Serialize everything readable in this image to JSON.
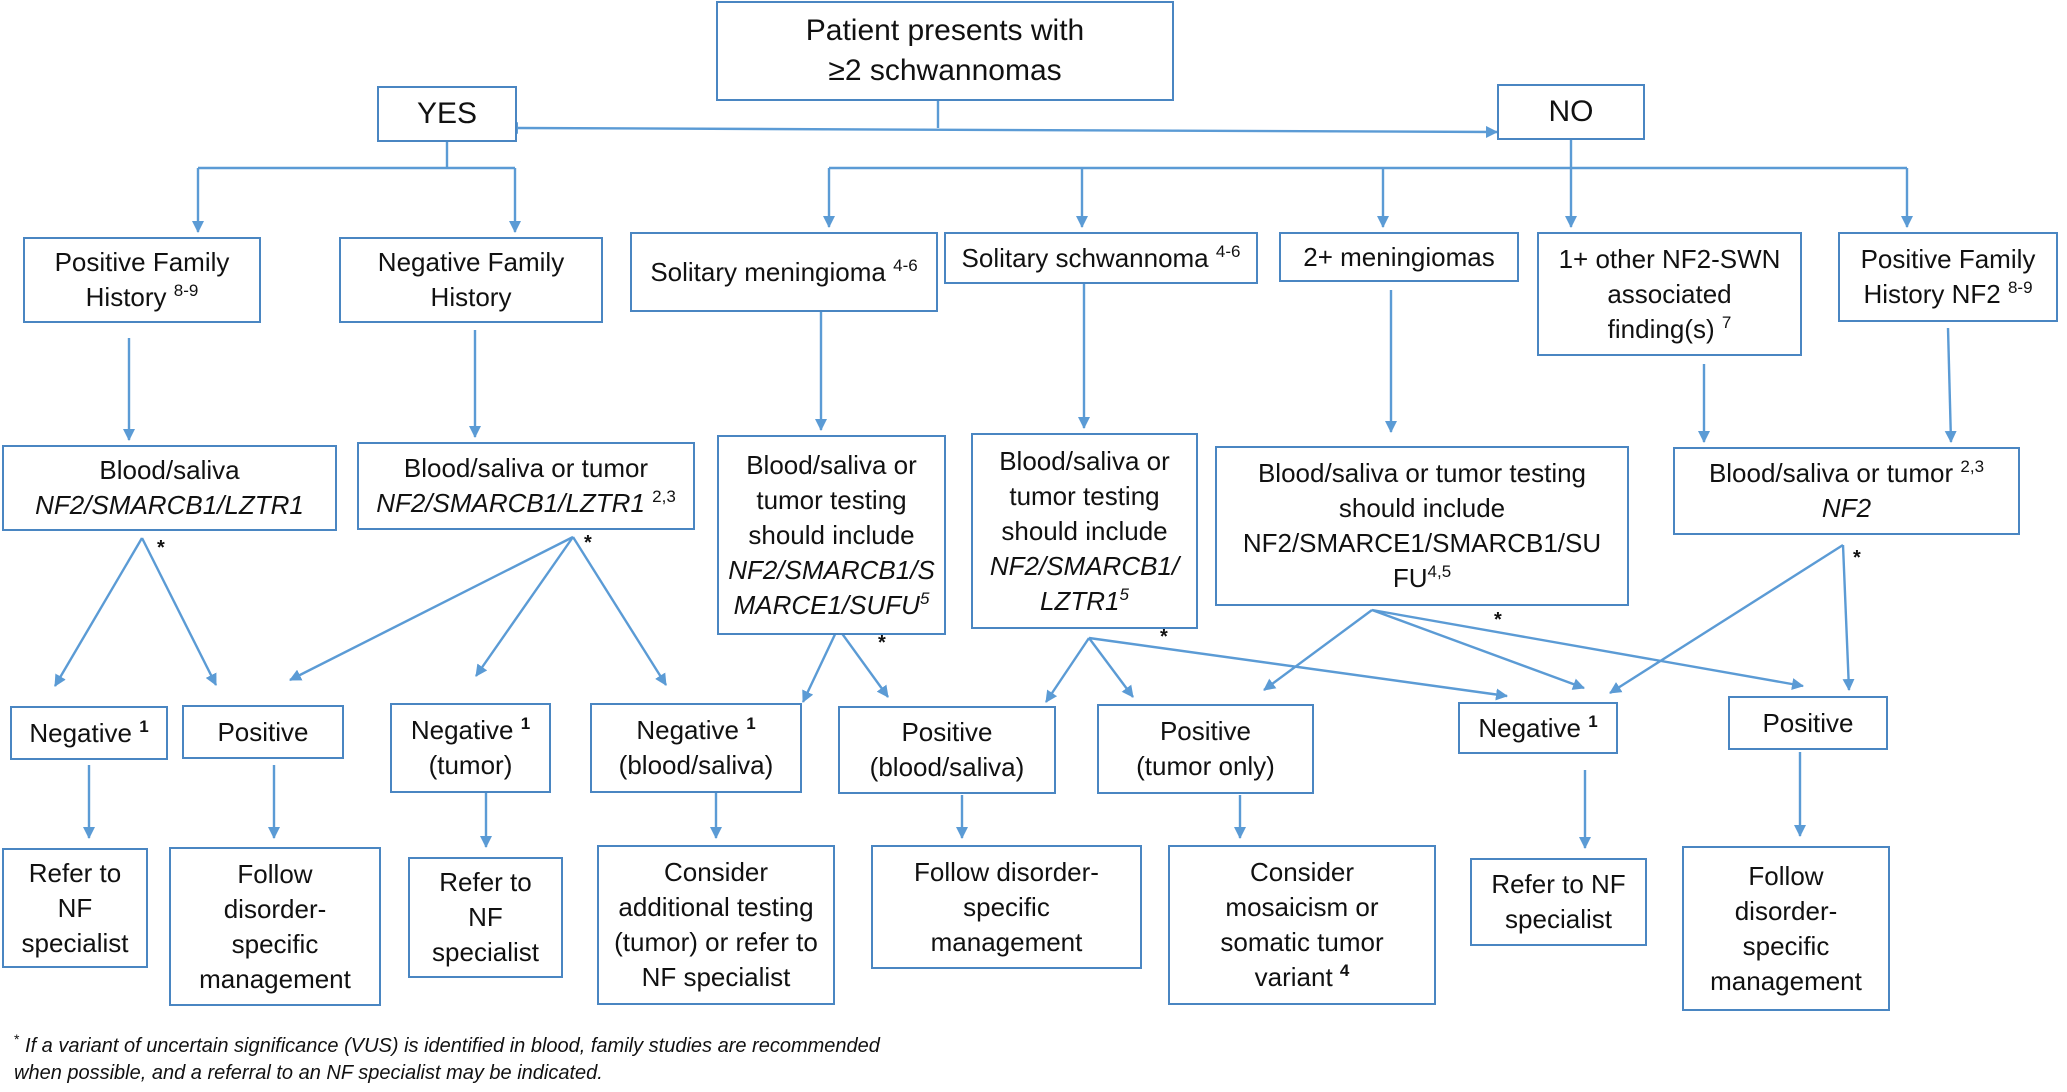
{
  "diagram": {
    "start": {
      "text": "Patient presents with ≥2 schwannomas"
    },
    "yes": {
      "text": "YES"
    },
    "no": {
      "text": "NO"
    },
    "pos_family_history": {
      "text": "Positive Family History",
      "sup": "8-9"
    },
    "neg_family_history": {
      "text": "Negative Family History"
    },
    "solitary_meningioma": {
      "text": "Solitary meningioma",
      "sup": "4-6"
    },
    "solitary_schwannoma": {
      "text": "Solitary schwannoma",
      "sup": "4-6"
    },
    "two_meningiomas": {
      "text": "2+ meningiomas"
    },
    "other_findings": {
      "text": "1+ other NF2-SWN associated finding(s)",
      "sup": "7"
    },
    "pos_family_history_nf2": {
      "text": "Positive Family History NF2",
      "sup": "8-9"
    },
    "test_blood_saliva": {
      "line1": "Blood/saliva",
      "line2": "NF2/SMARCB1/LZTR1"
    },
    "test_blood_tumor": {
      "line1": "Blood/saliva or tumor",
      "line2": "NF2/SMARCB1/LZTR1",
      "sup": "2,3"
    },
    "test_meningioma": {
      "line1": "Blood/saliva or tumor  testing should include",
      "line2": "NF2/SMARCB1/SMARCE1/SUFU",
      "sup": "5"
    },
    "test_schwannoma": {
      "line1": "Blood/saliva or tumor testing should include",
      "line2": "NF2/SMARCB1/ LZTR1",
      "sup": "5"
    },
    "test_multi_meningioma": {
      "line1": "Blood/saliva or tumor testing should include",
      "line2": "NF2/SMARCE1/SMARCB1/SUFU",
      "sup": "4,5"
    },
    "test_nf2": {
      "line1": "Blood/saliva or tumor",
      "line2": "NF2",
      "sup": "2,3"
    },
    "result_negative_1": {
      "text": "Negative",
      "sup": "1"
    },
    "result_positive_1": {
      "text": "Positive"
    },
    "result_negative_tumor": {
      "text": "Negative",
      "sup": "1",
      "line2": "(tumor)"
    },
    "result_negative_blood": {
      "text": "Negative",
      "sup": "1",
      "line2": "(blood/saliva)"
    },
    "result_positive_blood": {
      "text": "Positive",
      "line2": "(blood/saliva)"
    },
    "result_positive_tumor_only": {
      "text": "Positive",
      "line2": "(tumor only)"
    },
    "result_negative_2": {
      "text": "Negative",
      "sup": "1"
    },
    "result_positive_2": {
      "text": "Positive"
    },
    "action_refer_1": {
      "text": "Refer to NF specialist"
    },
    "action_follow_1": {
      "text": "Follow disorder-specific management"
    },
    "action_refer_2": {
      "text": "Refer to NF specialist"
    },
    "action_consider_testing": {
      "text": "Consider additional testing (tumor) or refer to NF specialist"
    },
    "action_follow_2": {
      "text": "Follow disorder-specific management"
    },
    "action_mosaicism": {
      "text": "Consider mosaicism or somatic tumor variant",
      "sup": "4"
    },
    "action_refer_3": {
      "text": "Refer to NF specialist"
    },
    "action_follow_3": {
      "text": "Follow disorder-specific management"
    },
    "asterisk": "*",
    "footnote": {
      "marker": "*",
      "text": "If a variant of uncertain significance (VUS) is identified in blood, family studies are recommended when possible, and a referral to an NF specialist may be indicated."
    }
  },
  "colors": {
    "box_border": "#4a86c2",
    "arrow": "#5b9bd5",
    "text": "#111111"
  }
}
